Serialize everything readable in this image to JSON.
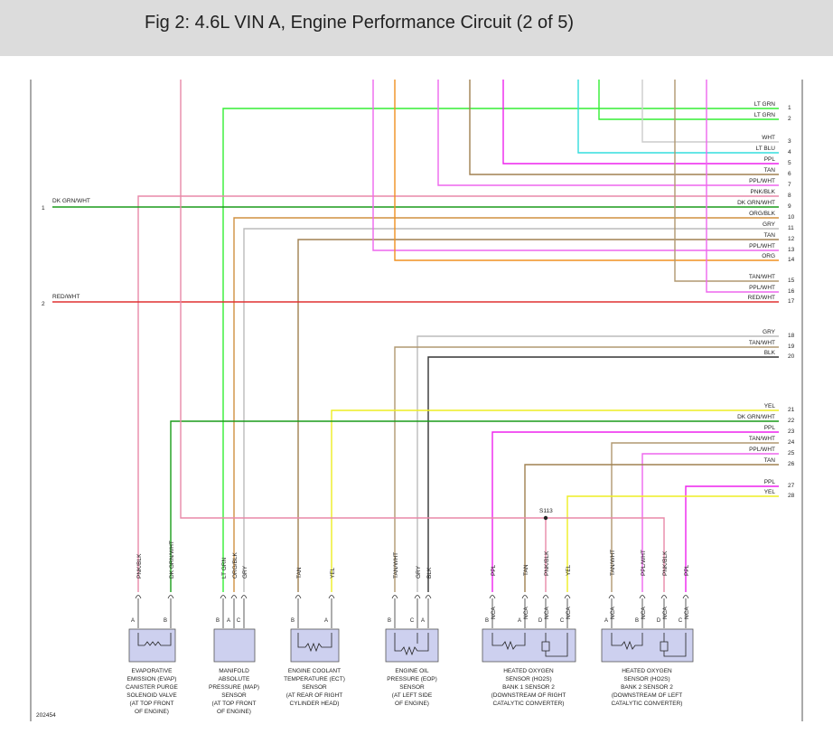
{
  "title": "Fig 2: 4.6L VIN A, Engine Performance Circuit (2 of 5)",
  "figure_id": "202454",
  "splice_label": "S113",
  "left_wires": [
    {
      "label": "DK GRN/WHT",
      "number": "1",
      "color": "#1a9c1a"
    },
    {
      "label": "RED/WHT",
      "number": "2",
      "color": "#e03030"
    }
  ],
  "right_wires": [
    {
      "label": "LT GRN",
      "number": "1",
      "color": "#33ee33"
    },
    {
      "label": "LT GRN",
      "number": "2",
      "color": "#33ee33"
    },
    {
      "label": "WHT",
      "number": "3",
      "color": "#cccccc"
    },
    {
      "label": "LT BLU",
      "number": "4",
      "color": "#33dddd"
    },
    {
      "label": "PPL",
      "number": "5",
      "color": "#ee22ee"
    },
    {
      "label": "TAN",
      "number": "6",
      "color": "#a08050"
    },
    {
      "label": "PPL/WHT",
      "number": "7",
      "color": "#ee66ee"
    },
    {
      "label": "PNK/BLK",
      "number": "8",
      "color": "#e888a8"
    },
    {
      "label": "DK GRN/WHT",
      "number": "9",
      "color": "#1a9c1a"
    },
    {
      "label": "ORG/BLK",
      "number": "10",
      "color": "#d09040"
    },
    {
      "label": "GRY",
      "number": "11",
      "color": "#bbbbbb"
    },
    {
      "label": "TAN",
      "number": "12",
      "color": "#a08050"
    },
    {
      "label": "PPL/WHT",
      "number": "13",
      "color": "#ee66ee"
    },
    {
      "label": "ORG",
      "number": "14",
      "color": "#f09020"
    },
    {
      "label": "TAN/WHT",
      "number": "15",
      "color": "#b09870"
    },
    {
      "label": "PPL/WHT",
      "number": "16",
      "color": "#ee66ee"
    },
    {
      "label": "RED/WHT",
      "number": "17",
      "color": "#e03030"
    },
    {
      "label": "GRY",
      "number": "18",
      "color": "#bbbbbb"
    },
    {
      "label": "TAN/WHT",
      "number": "19",
      "color": "#b09870"
    },
    {
      "label": "BLK",
      "number": "20",
      "color": "#333333"
    },
    {
      "label": "YEL",
      "number": "21",
      "color": "#eeee22"
    },
    {
      "label": "DK GRN/WHT",
      "number": "22",
      "color": "#1a9c1a"
    },
    {
      "label": "PPL",
      "number": "23",
      "color": "#ee22ee"
    },
    {
      "label": "TAN/WHT",
      "number": "24",
      "color": "#b09870"
    },
    {
      "label": "PPL/WHT",
      "number": "25",
      "color": "#ee66ee"
    },
    {
      "label": "TAN",
      "number": "26",
      "color": "#a08050"
    },
    {
      "label": "PPL",
      "number": "27",
      "color": "#ee22ee"
    },
    {
      "label": "YEL",
      "number": "28",
      "color": "#eeee22"
    }
  ],
  "connectors": [
    {
      "wire": "PNK/BLK",
      "pin": "A"
    },
    {
      "wire": "DK GRN/WHT",
      "pin": "B"
    },
    {
      "wire": "LT GRN",
      "pin": "B"
    },
    {
      "wire": "ORG/BLK",
      "pin": "A"
    },
    {
      "wire": "GRY",
      "pin": "C"
    },
    {
      "wire": "TAN",
      "pin": "B"
    },
    {
      "wire": "YEL",
      "pin": "A"
    },
    {
      "wire": "TAN/WHT",
      "pin": "B"
    },
    {
      "wire": "GRY",
      "pin": "C"
    },
    {
      "wire": "BLK",
      "pin": "A"
    },
    {
      "wire": "PPL",
      "pin": "B"
    },
    {
      "wire": "TAN",
      "pin": "A"
    },
    {
      "wire": "PNK/BLK",
      "pin": "D"
    },
    {
      "wire": "YEL",
      "pin": "C"
    },
    {
      "wire": "TAN/WHT",
      "pin": "A"
    },
    {
      "wire": "PPL/WHT",
      "pin": "B"
    },
    {
      "wire": "PNK/BLK",
      "pin": "D"
    },
    {
      "wire": "PPL",
      "pin": "C"
    }
  ],
  "nca_label": "NCA",
  "components": [
    {
      "lines": [
        "EVAPORATIVE",
        "EMISSION (EVAP)",
        "CANISTER PURGE",
        "SOLENOID VALVE",
        "(AT TOP FRONT",
        "OF ENGINE)"
      ]
    },
    {
      "lines": [
        "MANIFOLD",
        "ABSOLUTE",
        "PRESSURE (MAP)",
        "SENSOR",
        "(AT TOP FRONT",
        "OF ENGINE)"
      ]
    },
    {
      "lines": [
        "ENGINE COOLANT",
        "TEMPERATURE (ECT)",
        "SENSOR",
        "(AT REAR OF RIGHT",
        "CYLINDER HEAD)"
      ]
    },
    {
      "lines": [
        "ENGINE OIL",
        "PRESSURE (EOP)",
        "SENSOR",
        "(AT LEFT SIDE",
        "OF ENGINE)"
      ]
    },
    {
      "lines": [
        "HEATED OXYGEN",
        "SENSOR (HO2S)",
        "BANK 1 SENSOR 2",
        "(DOWNSTREAM OF RIGHT",
        "CATALYTIC CONVERTER)"
      ]
    },
    {
      "lines": [
        "HEATED OXYGEN",
        "SENSOR (HO2S)",
        "BANK 2 SENSOR 2",
        "(DOWNSTREAM OF LEFT",
        "CATALYTIC CONVERTER)"
      ]
    }
  ]
}
